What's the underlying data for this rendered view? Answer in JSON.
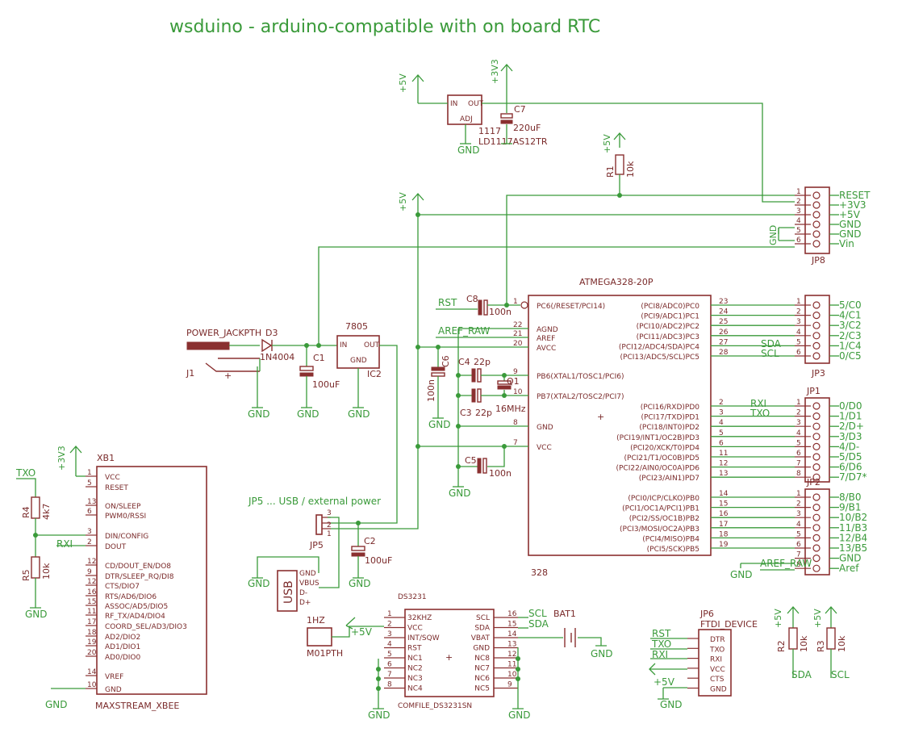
{
  "title": "wsduino - arduino-compatible with on board RTC",
  "power": {
    "v5": "+5V",
    "v33": "+3V3",
    "gnd": "GND"
  },
  "mcu": {
    "name": "ATMEGA328-20P",
    "package": "328",
    "left_pins": [
      {
        "label": "PC6(/RESET/PCI14)",
        "num": "1"
      },
      {
        "label": "AGND",
        "num": "22"
      },
      {
        "label": "AREF",
        "num": "21"
      },
      {
        "label": "AVCC",
        "num": "20"
      },
      {
        "label": "PB6(XTAL1/TOSC1/PCI6)",
        "num": "9"
      },
      {
        "label": "PB7(XTAL2/TOSC2/PCI7)",
        "num": "10"
      },
      {
        "label": "GND",
        "num": "8"
      },
      {
        "label": "VCC",
        "num": "7"
      }
    ],
    "right_pins": [
      {
        "label": "(PCI8/ADC0)PC0",
        "num": "23"
      },
      {
        "label": "(PCI9/ADC1)PC1",
        "num": "24"
      },
      {
        "label": "(PCI10/ADC2)PC2",
        "num": "25"
      },
      {
        "label": "(PCI11/ADC3)PC3",
        "num": "26"
      },
      {
        "label": "(PCI12/ADC4/SDA)PC4",
        "num": "27"
      },
      {
        "label": "(PCI13/ADC5/SCL)PC5",
        "num": "28"
      },
      {
        "label": "(PCI16/RXD)PD0",
        "num": "2"
      },
      {
        "label": "(PCI17/TXD)PD1",
        "num": "3"
      },
      {
        "label": "(PCI18/INT0)PD2",
        "num": "4"
      },
      {
        "label": "(PCI19/INT1/OC2B)PD3",
        "num": "5"
      },
      {
        "label": "(PCI20/XCK/T0)PD4",
        "num": "6"
      },
      {
        "label": "(PCI21/T1/OC0B)PD5",
        "num": "11"
      },
      {
        "label": "(PCI22/AIN0/OC0A)PD6",
        "num": "12"
      },
      {
        "label": "(PCI23/AIN1)PD7",
        "num": "13"
      },
      {
        "label": "(PCI0/ICP/CLKO)PB0",
        "num": "14"
      },
      {
        "label": "(PCI1/OC1A/PCI1)PB1",
        "num": "15"
      },
      {
        "label": "(PCI2/SS/OC1B)PB2",
        "num": "16"
      },
      {
        "label": "(PCI3/MOSI/OC2A)PB3",
        "num": "17"
      },
      {
        "label": "(PCI4/MISO)PB4",
        "num": "18"
      },
      {
        "label": "(PCI5/SCK)PB5",
        "num": "19"
      }
    ]
  },
  "jp8": {
    "name": "JP8",
    "pins": [
      "1",
      "2",
      "3",
      "4",
      "5",
      "6"
    ],
    "nets": [
      "RESET",
      "+3V3",
      "+5V",
      "GND",
      "GND",
      "Vin"
    ]
  },
  "jp3": {
    "name": "JP3",
    "pins": [
      "1",
      "2",
      "3",
      "4",
      "5",
      "6"
    ],
    "nets": [
      "5/C0",
      "4/C1",
      "3/C2",
      "2/C3",
      "1/C4",
      "0/C5"
    ]
  },
  "jp1": {
    "name": "JP1",
    "pins": [
      "1",
      "2",
      "3",
      "4",
      "5",
      "6",
      "7",
      "8"
    ],
    "nets": [
      "0/D0",
      "1/D1",
      "2/D+",
      "3/D3",
      "4/D-",
      "5/D5",
      "6/D6",
      "7/D7*"
    ]
  },
  "jp2": {
    "name": "JP2",
    "pins": [
      "1",
      "2",
      "3",
      "4",
      "5",
      "6",
      "7",
      "8"
    ],
    "nets": [
      "8/B0",
      "9/B1",
      "10/B2",
      "11/B3",
      "12/B4",
      "13/B5",
      "GND",
      "Aref"
    ]
  },
  "net_labels": {
    "rst": "RST",
    "aref_raw": "AREF_RAW",
    "sda": "SDA",
    "scl": "SCL",
    "rxi": "RXI",
    "txo": "TXO"
  },
  "reg1117": {
    "in": "IN",
    "out": "OUT",
    "adj": "ADJ",
    "name": "1117",
    "value": "LD1117AS12TR"
  },
  "c7": {
    "name": "C7",
    "value": "220uF"
  },
  "r1": {
    "name": "R1",
    "value": "10k"
  },
  "reg7805": {
    "name": "7805",
    "ref": "IC2",
    "in": "IN",
    "out": "OUT",
    "gnd": "GND"
  },
  "power_jack": {
    "name": "POWER_JACKPTH",
    "ref": "J1"
  },
  "diode": {
    "ref": "D3",
    "value": "1N4004"
  },
  "c1": {
    "name": "C1",
    "value": "100uF"
  },
  "c8": {
    "name": "C8",
    "value": "100n"
  },
  "c6": {
    "name": "C6",
    "value": "100n"
  },
  "c4": {
    "name": "C4",
    "value": "22p"
  },
  "c3": {
    "name": "C3",
    "value": "22p"
  },
  "q1": {
    "name": "Q1",
    "value": "16MHz"
  },
  "c5": {
    "name": "C5",
    "value": "100n"
  },
  "c2": {
    "name": "C2",
    "value": "100uF"
  },
  "jp5": {
    "name": "JP5",
    "note": "JP5 ... USB / external power",
    "pins": [
      "3",
      "2",
      "1"
    ]
  },
  "usb": {
    "label": "USB",
    "pins": [
      "GND",
      "VBUS",
      "D-",
      "D+"
    ]
  },
  "xbee": {
    "ref": "XB1",
    "name": "MAXSTREAM_XBEE",
    "pins": [
      {
        "label": "VCC",
        "num": "1"
      },
      {
        "label": "RESET",
        "num": "5"
      },
      {
        "label": "ON/SLEEP",
        "num": "13"
      },
      {
        "label": "PWM0/RSSI",
        "num": "6"
      },
      {
        "label": "DIN/CONFIG",
        "num": "3"
      },
      {
        "label": "DOUT",
        "num": "2"
      },
      {
        "label": "CD/DOUT_EN/DO8",
        "num": "12"
      },
      {
        "label": "DTR/SLEEP_RQ/DI8",
        "num": "9"
      },
      {
        "label": "CTS/DIO7",
        "num": "12"
      },
      {
        "label": "RTS/AD6/DIO6",
        "num": "16"
      },
      {
        "label": "ASSOC/AD5/DIO5",
        "num": "15"
      },
      {
        "label": "RF_TX/AD4/DIO4",
        "num": "11"
      },
      {
        "label": "COORD_SEL/AD3/DIO3",
        "num": "17"
      },
      {
        "label": "AD2/DIO2",
        "num": "18"
      },
      {
        "label": "AD1/DIO1",
        "num": "19"
      },
      {
        "label": "AD0/DIO0",
        "num": "20"
      },
      {
        "label": "VREF",
        "num": "14"
      },
      {
        "label": "GND",
        "num": "10"
      }
    ]
  },
  "r4": {
    "name": "R4",
    "value": "4k7"
  },
  "r5": {
    "name": "R5",
    "value": "10k"
  },
  "rtc": {
    "ref": "DS3231",
    "name": "COMFILE_DS3231SN",
    "left": [
      {
        "label": "32KHZ",
        "num": "1"
      },
      {
        "label": "VCC",
        "num": "2"
      },
      {
        "label": "INT/SQW",
        "num": "3"
      },
      {
        "label": "RST",
        "num": "4"
      },
      {
        "label": "NC1",
        "num": "5"
      },
      {
        "label": "NC2",
        "num": "6"
      },
      {
        "label": "NC3",
        "num": "7"
      },
      {
        "label": "NC4",
        "num": "8"
      }
    ],
    "right": [
      {
        "label": "SCL",
        "num": "16"
      },
      {
        "label": "SDA",
        "num": "15"
      },
      {
        "label": "VBAT",
        "num": "14"
      },
      {
        "label": "GND",
        "num": "13"
      },
      {
        "label": "NC8",
        "num": "12"
      },
      {
        "label": "NC7",
        "num": "11"
      },
      {
        "label": "NC6",
        "num": "10"
      },
      {
        "label": "NC5",
        "num": "9"
      }
    ]
  },
  "bat": {
    "name": "BAT1"
  },
  "hz": {
    "name": "1HZ",
    "part": "M01PTH"
  },
  "ftdi": {
    "ref": "JP6",
    "name": "FTDI_DEVICE",
    "pins": [
      "DTR",
      "TXO",
      "RXI",
      "VCC",
      "CTS",
      "GND"
    ],
    "nets": [
      "RST",
      "TXO",
      "RXI",
      "+5V"
    ]
  },
  "r2": {
    "name": "R2",
    "value": "10k"
  },
  "r3": {
    "name": "R3",
    "value": "10k"
  }
}
